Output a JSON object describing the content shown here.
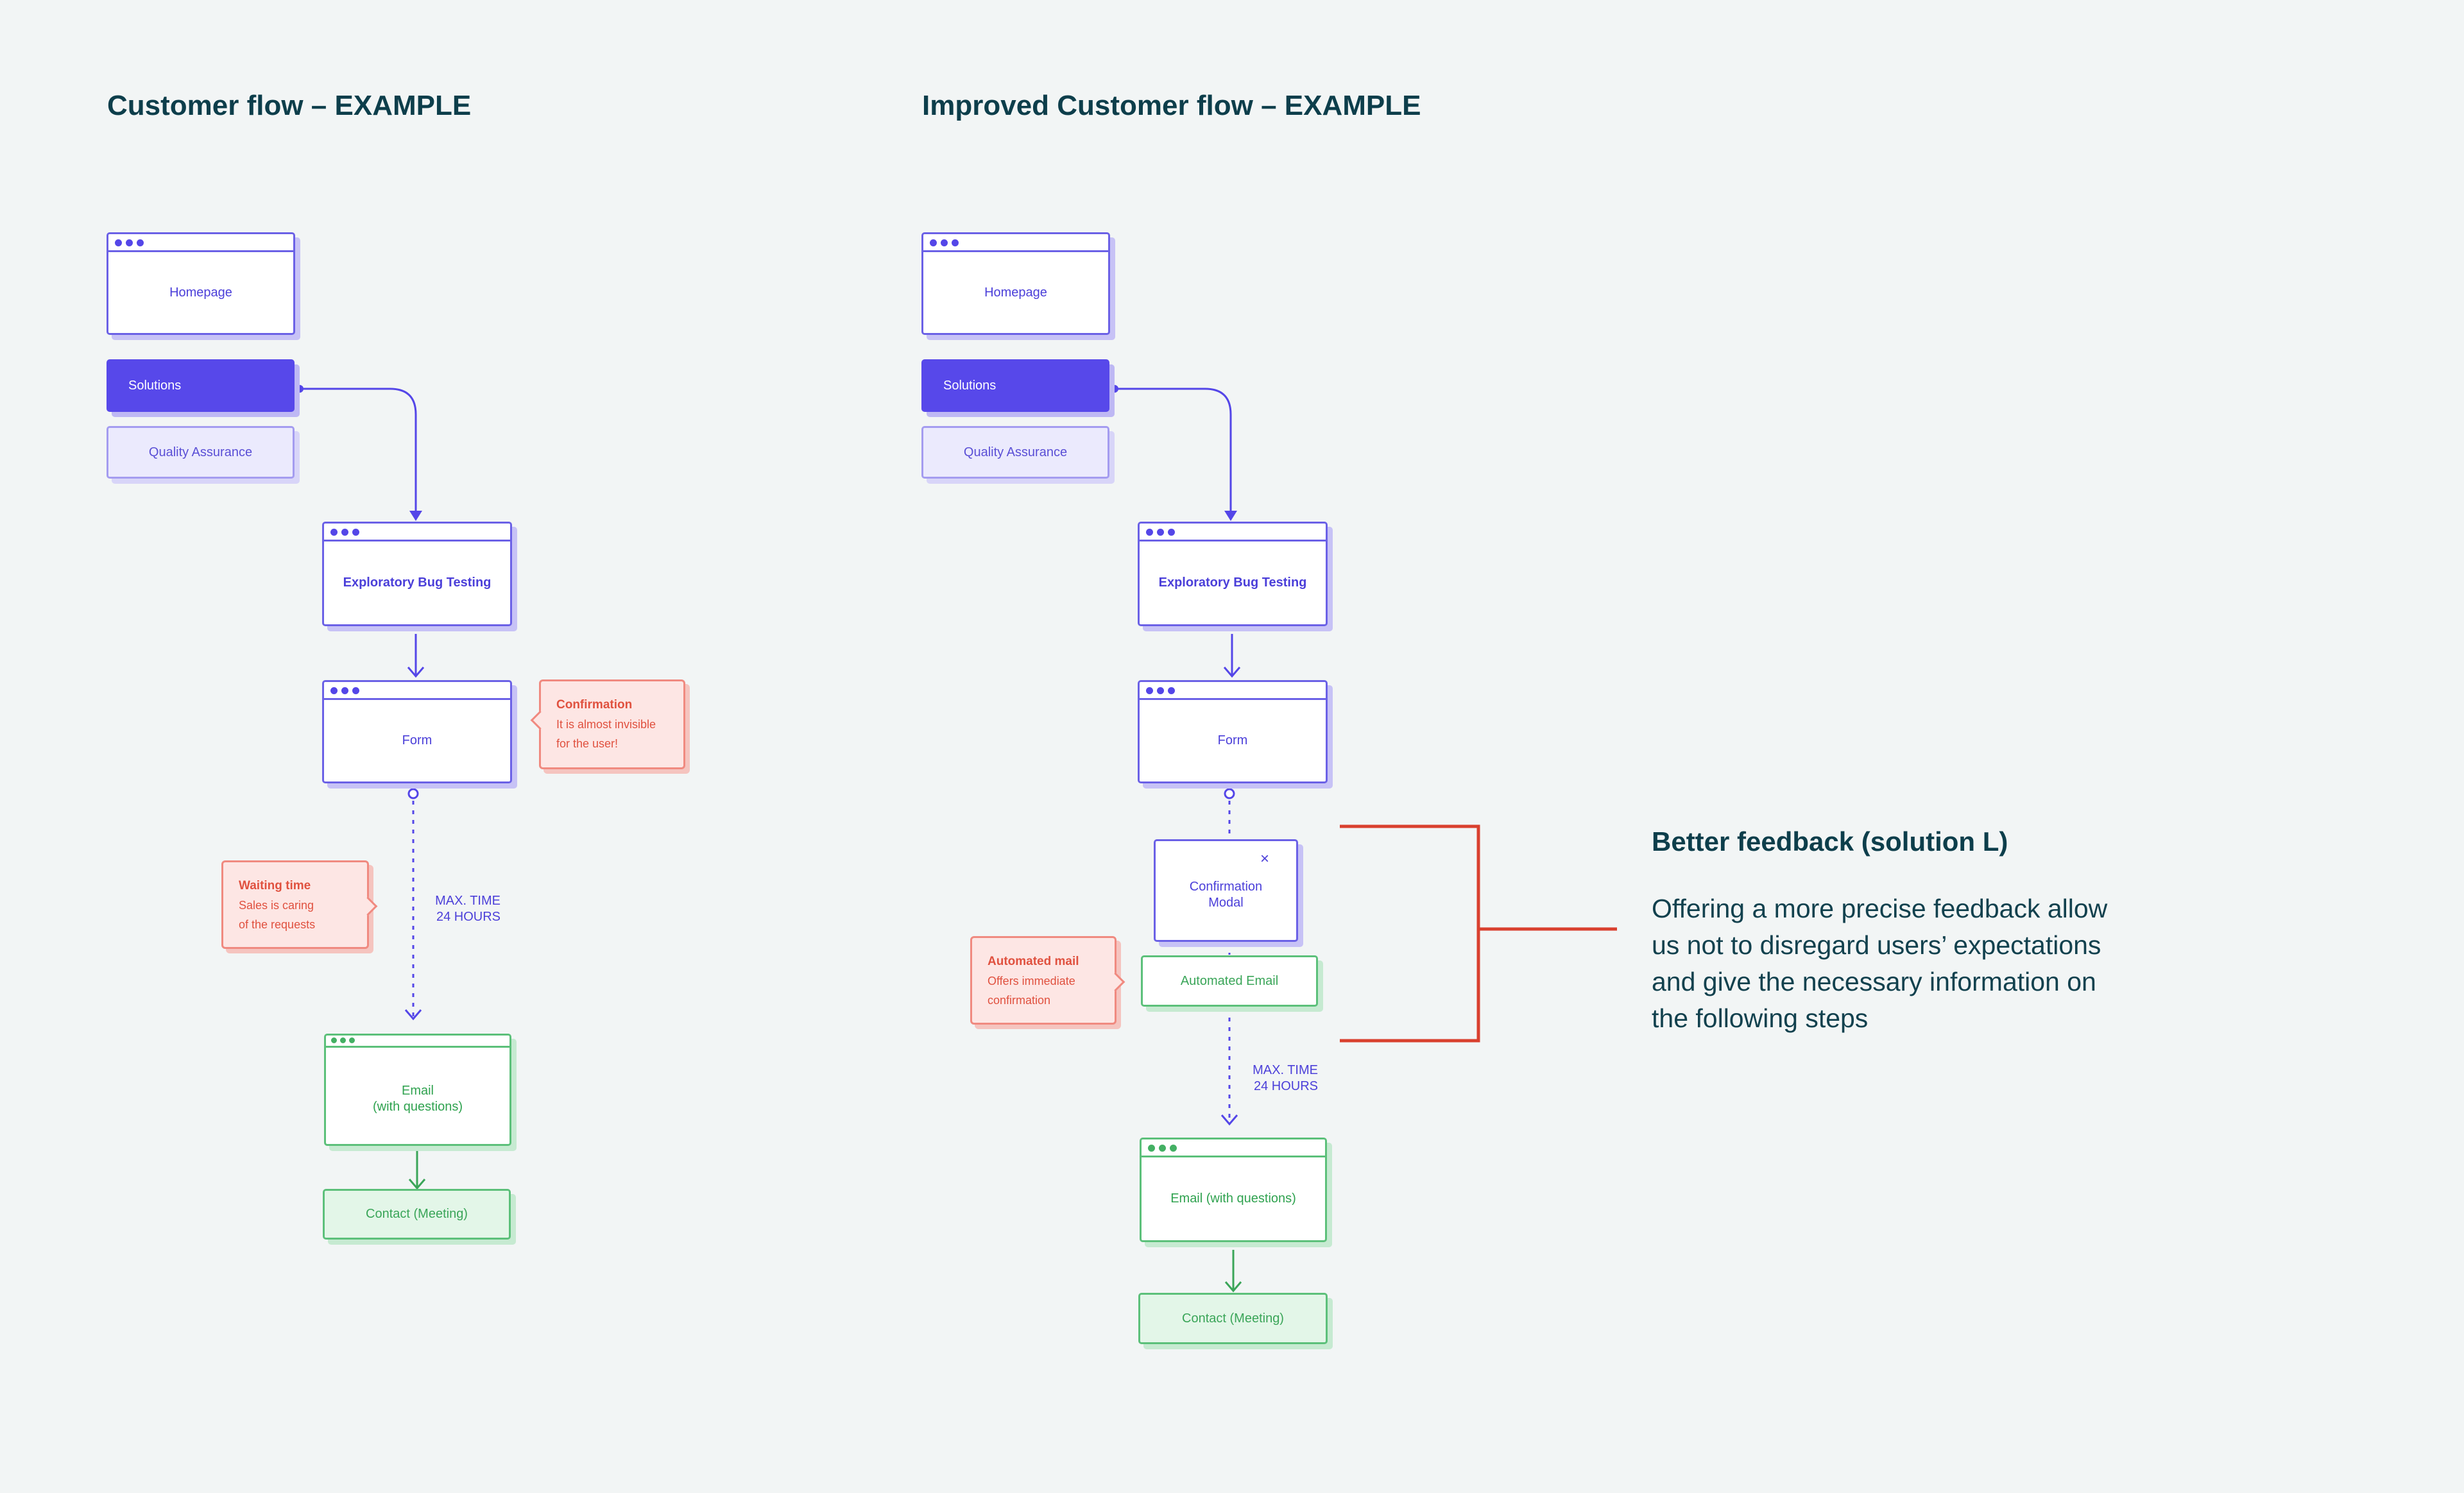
{
  "left_flow": {
    "title": "Customer flow – EXAMPLE",
    "homepage": "Homepage",
    "solutions": "Solutions",
    "quality_assurance": "Quality Assurance",
    "exploratory": "Exploratory Bug Testing",
    "form": "Form",
    "email": "Email\n(with questions)",
    "contact": "Contact (Meeting)",
    "max_time": "MAX. TIME\n24 HOURS",
    "confirmation_note": {
      "title": "Confirmation",
      "body": "It is almost invisible\nfor the user!"
    },
    "waiting_note": {
      "title": "Waiting time",
      "body": "Sales is caring\nof the requests"
    }
  },
  "right_flow": {
    "title": "Improved Customer flow – EXAMPLE",
    "homepage": "Homepage",
    "solutions": "Solutions",
    "quality_assurance": "Quality Assurance",
    "exploratory": "Exploratory Bug Testing",
    "form": "Form",
    "modal": "Confirmation\nModal",
    "modal_close": "×",
    "automated_email": "Automated Email",
    "email": "Email (with questions)",
    "contact": "Contact (Meeting)",
    "max_time": "MAX. TIME\n24 HOURS",
    "automated_note": {
      "title": "Automated mail",
      "body": "Offers immediate\nconfirmation"
    }
  },
  "feedback": {
    "title": "Better feedback (solution L)",
    "body": "Offering a more precise feedback allow us not to disregard users’ expectations and give the necessary information on the following steps"
  },
  "colors": {
    "background": "#f2f5f5",
    "primary": "#5748ea",
    "success": "#5cc07a",
    "warning": "#e0513f",
    "bracket": "#d9402e",
    "heading": "#0d3e4b"
  }
}
